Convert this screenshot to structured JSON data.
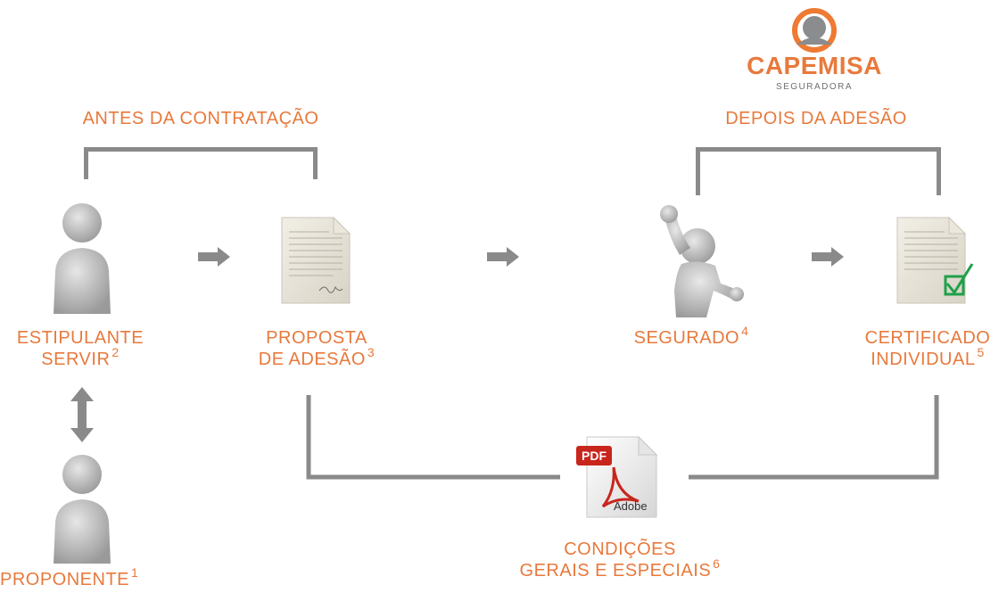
{
  "logo": {
    "brand": "CAPEMISA",
    "sub": "SEGURADORA",
    "colors": {
      "ring": "#ee7a33",
      "head": "#8a8c8e",
      "text": "#e8793c",
      "sub": "#6f6f6f"
    }
  },
  "headings": {
    "before": "ANTES DA CONTRATAÇÃO",
    "after": "DEPOIS DA ADESÃO"
  },
  "nodes": {
    "estipulante": {
      "line1": "ESTIPULANTE",
      "line2": "SERVIR",
      "note": "2",
      "icon": "person-icon"
    },
    "proponente": {
      "label": "PROPONENTE",
      "note": "1",
      "icon": "person-icon"
    },
    "proposta": {
      "line1": "PROPOSTA",
      "line2": "DE ADESÃO",
      "note": "3",
      "icon": "signed-document-icon"
    },
    "segurado": {
      "label": "SEGURADO",
      "note": "4",
      "icon": "celebrating-person-icon"
    },
    "certificado": {
      "line1": "CERTIFICADO",
      "line2": "INDIVIDUAL",
      "note": "5",
      "icon": "checked-document-icon"
    },
    "condicoes": {
      "line1": "CONDIÇÕES",
      "line2": "GERAIS E ESPECIAIS",
      "note": "6",
      "icon": "pdf-document-icon",
      "badge": "PDF",
      "brand": "Adobe"
    }
  },
  "colors": {
    "accent": "#e8793c",
    "connector": "#8a8a8a",
    "check": "#1fa04a",
    "pdf_red": "#c8251d"
  }
}
